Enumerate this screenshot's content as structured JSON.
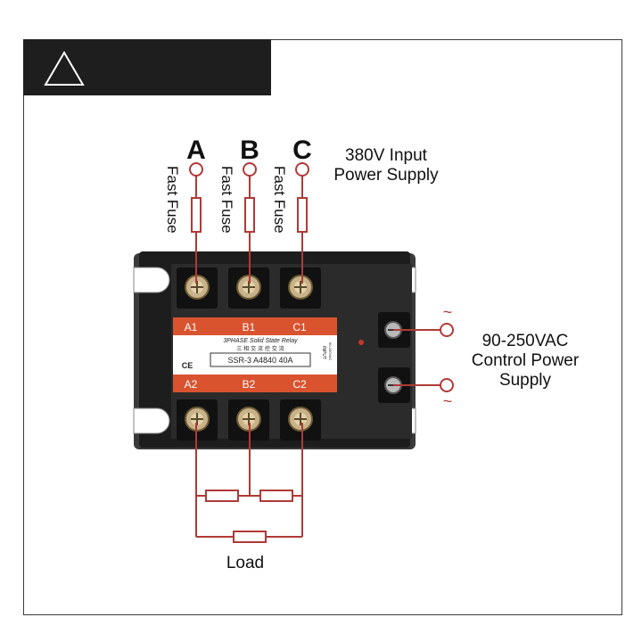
{
  "header": {
    "icon": "warning-triangle-icon"
  },
  "phases": [
    {
      "letter": "A",
      "fuse_label": "Fast Fuse"
    },
    {
      "letter": "B",
      "fuse_label": "Fast Fuse"
    },
    {
      "letter": "C",
      "fuse_label": "Fast Fuse"
    }
  ],
  "input_label": [
    "380V Input",
    "Power Supply"
  ],
  "control_label": [
    "90-250VAC",
    "Control Power",
    "Supply"
  ],
  "load_label": "Load",
  "ac_symbol": "~",
  "relay": {
    "top_terminals": [
      "A1",
      "B1",
      "C1"
    ],
    "bottom_terminals": [
      "A2",
      "B2",
      "C2"
    ],
    "title": "3PHASE Solid State Relay",
    "subtitle": "三 相 交 流 控 交 流",
    "model": "SSR-3   A4840  40A",
    "input_tag": "INPUT",
    "input_range": "90-250VAC",
    "cert": "CE"
  },
  "colors": {
    "wire": "#b03a36",
    "label_band": "#d9532f",
    "body": "#2a2a2a",
    "header": "#1e1e1e"
  }
}
